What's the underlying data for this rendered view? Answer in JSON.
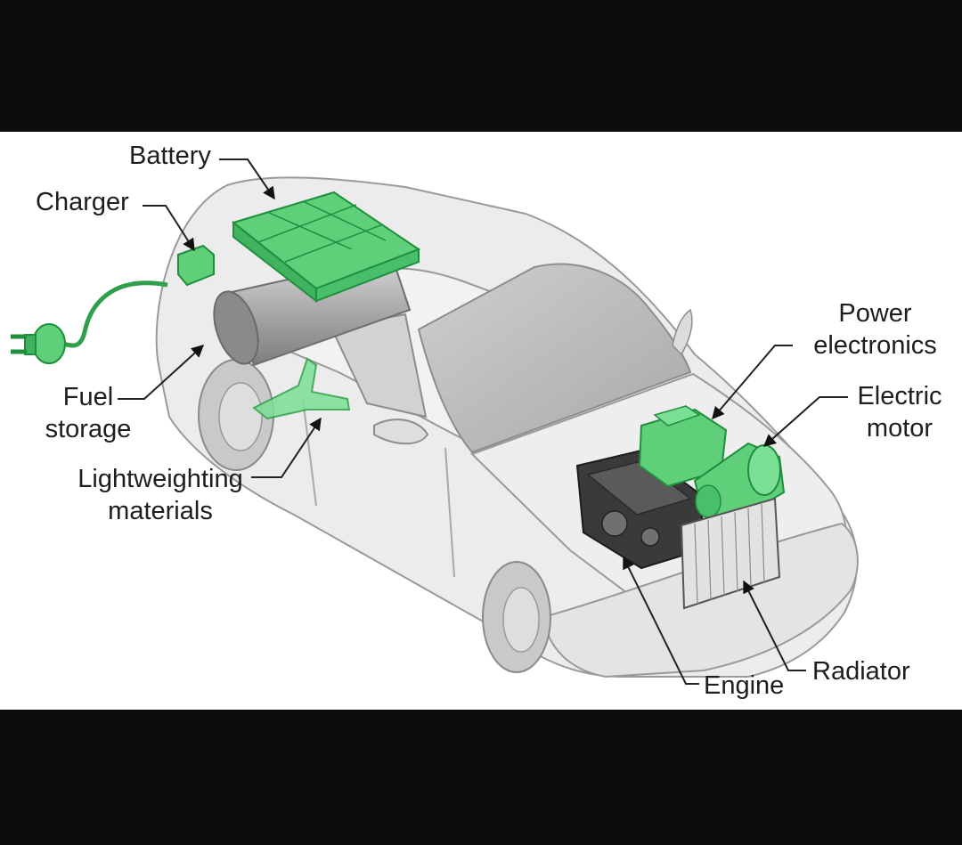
{
  "labels": {
    "battery": "Battery",
    "charger": "Charger",
    "fuel_storage": "Fuel\nstorage",
    "lightweighting": "Lightweighting\nmaterials",
    "power_electronics": "Power\nelectronics",
    "electric_motor": "Electric\nmotor",
    "engine": "Engine",
    "radiator": "Radiator"
  },
  "colors": {
    "background_bars": "#0d0d0d",
    "panel": "#ffffff",
    "car_body": "#e9e9e9",
    "car_outline": "#9a9a9a",
    "component_green": "#5fd079",
    "component_green_dark": "#1f8f3d",
    "tank_gray": "#b5b5b5",
    "label_text": "#1d1d1d"
  },
  "icons": [
    "plug-icon"
  ]
}
